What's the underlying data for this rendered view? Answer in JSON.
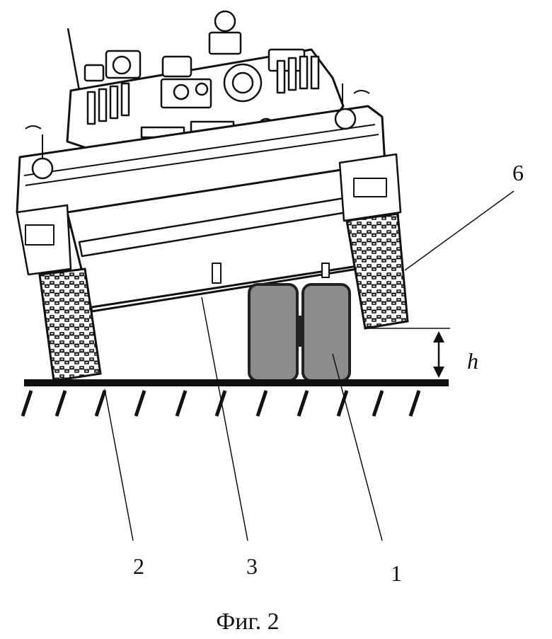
{
  "figure": {
    "caption": "Фиг. 2",
    "callouts": {
      "support_block": "1",
      "ground": "2",
      "hull_bottom": "3",
      "track": "6",
      "height": "h"
    }
  },
  "colors": {
    "ink": "#111111",
    "block_fill": "#8c8c8c",
    "block_outline": "#222222",
    "background": "#ffffff"
  }
}
